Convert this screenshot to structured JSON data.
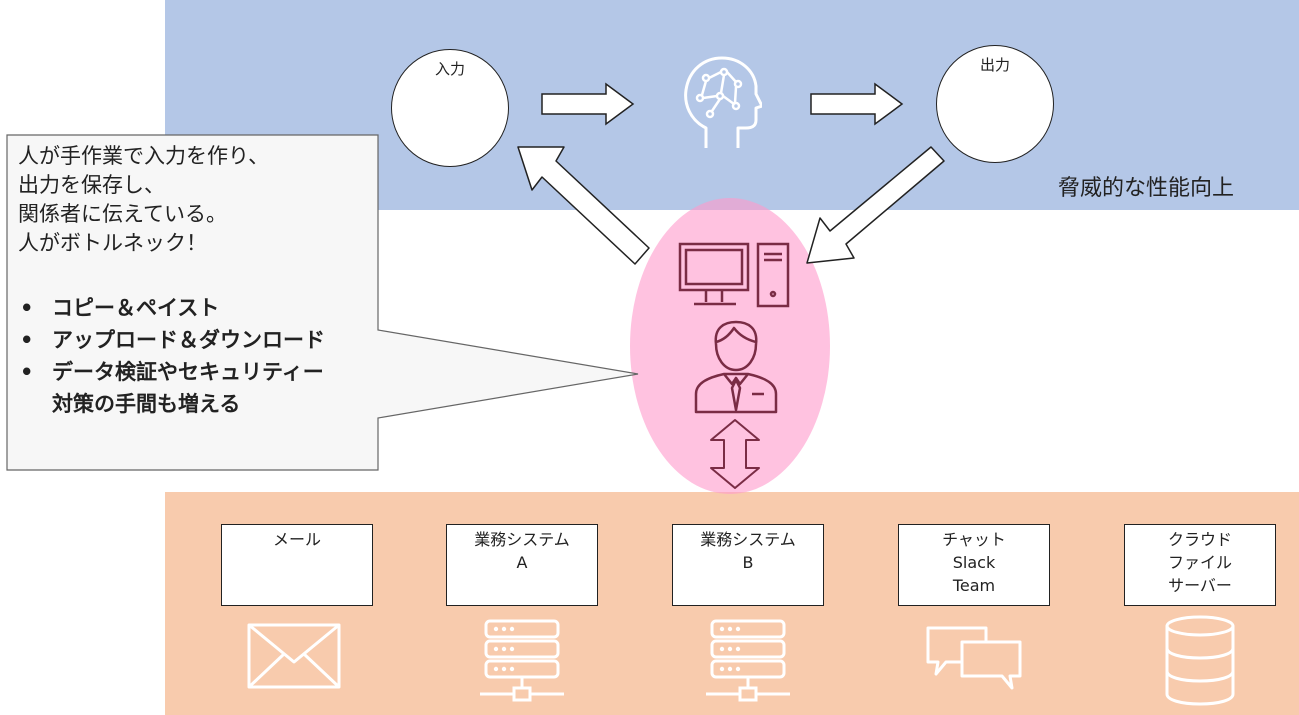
{
  "top": {
    "input_label": "入力",
    "output_label": "出力",
    "caption": "脅威的な性能向上"
  },
  "callout": {
    "lines": [
      "人が手作業で入力を作り、",
      "出力を保存し、",
      "関係者に伝えている。",
      "人がボトルネック！"
    ],
    "bullets": [
      "コピー＆ペイスト",
      "アップロード＆ダウンロード",
      "データ検証やセキュリティー\n対策の手間も増える"
    ]
  },
  "systems": [
    {
      "lines": [
        "メール"
      ],
      "icon": "mail-icon"
    },
    {
      "lines": [
        "業務システム",
        "A"
      ],
      "icon": "server-icon"
    },
    {
      "lines": [
        "業務システム",
        "B"
      ],
      "icon": "server-icon"
    },
    {
      "lines": [
        "チャット",
        "Slack",
        "Team"
      ],
      "icon": "chat-icon"
    },
    {
      "lines": [
        "クラウド",
        "ファイル",
        "サーバー"
      ],
      "icon": "database-icon"
    }
  ],
  "colors": {
    "top_band": "#b4c7e7",
    "bottom_band": "#f8cbad",
    "highlight_ellipse": "#ff99cc",
    "icon_stroke_dark": "#7a2c45"
  }
}
